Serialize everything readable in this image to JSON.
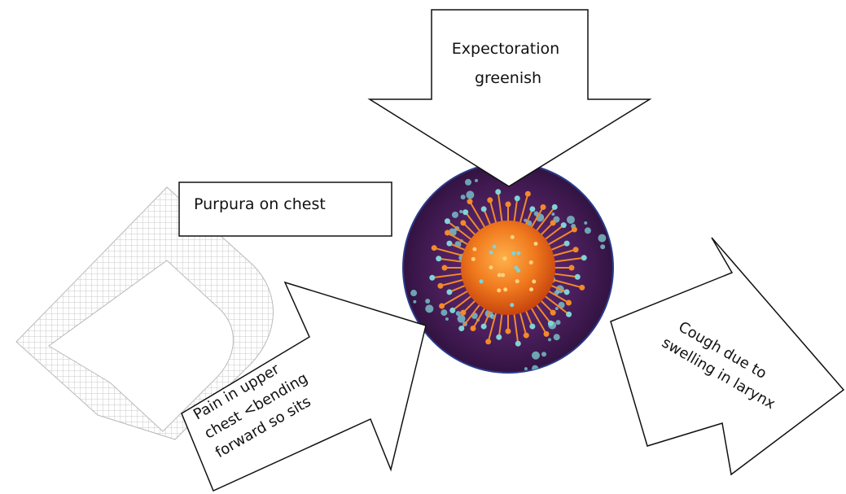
{
  "labels": {
    "top": [
      "Expectoration",
      "greenish"
    ],
    "left_box": "Purpura on chest",
    "bottom_left": [
      "Pain in upper",
      "chest <bending",
      "forward so sits"
    ],
    "right": [
      "Cough due to",
      "swelling in larynx"
    ]
  },
  "colors": {
    "virus_core": "#f07a1e",
    "virus_spikes": "#f28a2a",
    "virus_particles": "#7fd3d6",
    "background_purple": "#4b1f5c",
    "circle_border": "#2a3c8a"
  }
}
